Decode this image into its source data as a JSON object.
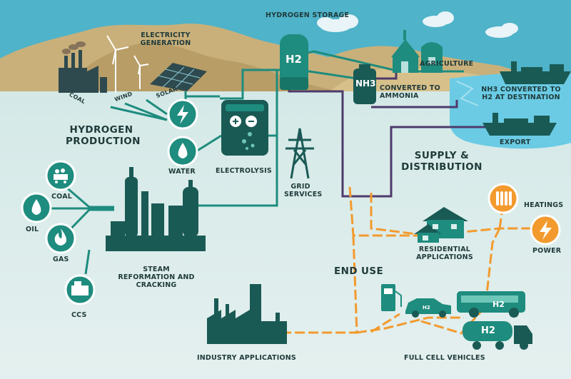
{
  "title": "",
  "labels": {
    "hydrogen_storage": "HYDROGEN STORAGE",
    "electricity_generation": "ELECTRICITY GENERATION",
    "coal_small": "COAL",
    "wind": "WIND",
    "solar": "SOLAR",
    "agriculture": "AGRICULTURE",
    "converted_to_ammonia": "CONVERTED TO AMMONIA",
    "nh3_converted": "NH3 CONVERTED TO H2 AT DESTINATION",
    "export": "EXPORT",
    "hydrogen_production": "HYDROGEN PRODUCTION",
    "water": "WATER",
    "electrolysis": "ELECTROLYSIS",
    "grid_services": "GRID SERVICES",
    "supply_distribution": "SUPPLY & DISTRIBUTION",
    "coal": "COAL",
    "oil": "OIL",
    "gas": "GAS",
    "steam_reformation": "STEAM REFORMATION AND CRACKING",
    "ccs": "CCS",
    "heatings": "HEATINGS",
    "power": "POWER",
    "residential_applications": "RESIDENTIAL APPLICATIONS",
    "end_use": "END USE",
    "industry_applications": "INDUSTRY APPLICATIONS",
    "full_cell_vehicles": "FULL CELL VEHICLES",
    "h2_tank": "H2",
    "nh3_tank": "NH3",
    "h2_bus": "H2",
    "h2_truck": "H2",
    "h2_car": "H2"
  },
  "colors": {
    "teal": "#1e8c7e",
    "dark_teal": "#1a6b62",
    "orange": "#f39a2e",
    "purple": "#4d3a6b",
    "sea": "#dcebea",
    "water": "#6bcbe4",
    "sky": "#4fb3c9",
    "hills": "#c9b07a"
  }
}
